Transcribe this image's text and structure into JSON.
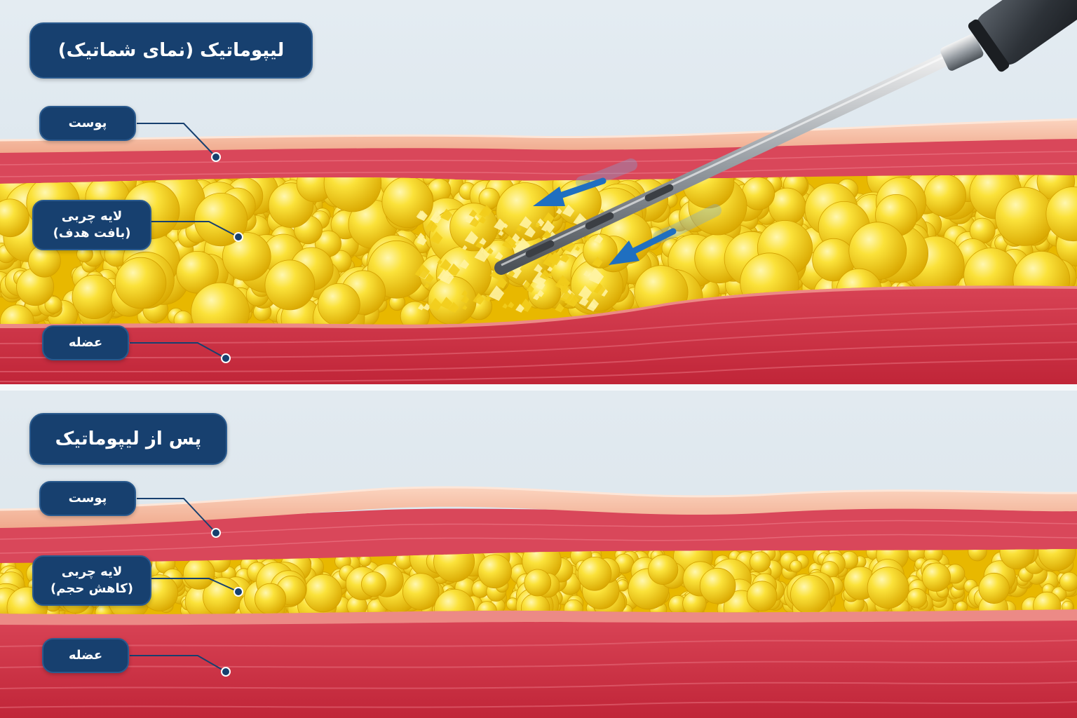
{
  "colors": {
    "label_bg": "#17406f",
    "skin": "#f4b79b",
    "dermis": "#d9475a",
    "fat": "#f7d428",
    "muscle": "#c92e40",
    "arrow": "#1f6fc0"
  },
  "top_panel": {
    "title": "لیپوماتیک (نمای شماتیک)",
    "labels": {
      "skin": "پوست",
      "fat_line1": "لایه چربی",
      "fat_line2": "(بافت هدف)",
      "muscle": "عضله"
    }
  },
  "bottom_panel": {
    "title": "پس از لیپوماتیک",
    "labels": {
      "skin": "پوست",
      "fat_line1": "لایه چربی",
      "fat_line2": "(کاهش حجم)",
      "muscle": "عضله"
    }
  }
}
